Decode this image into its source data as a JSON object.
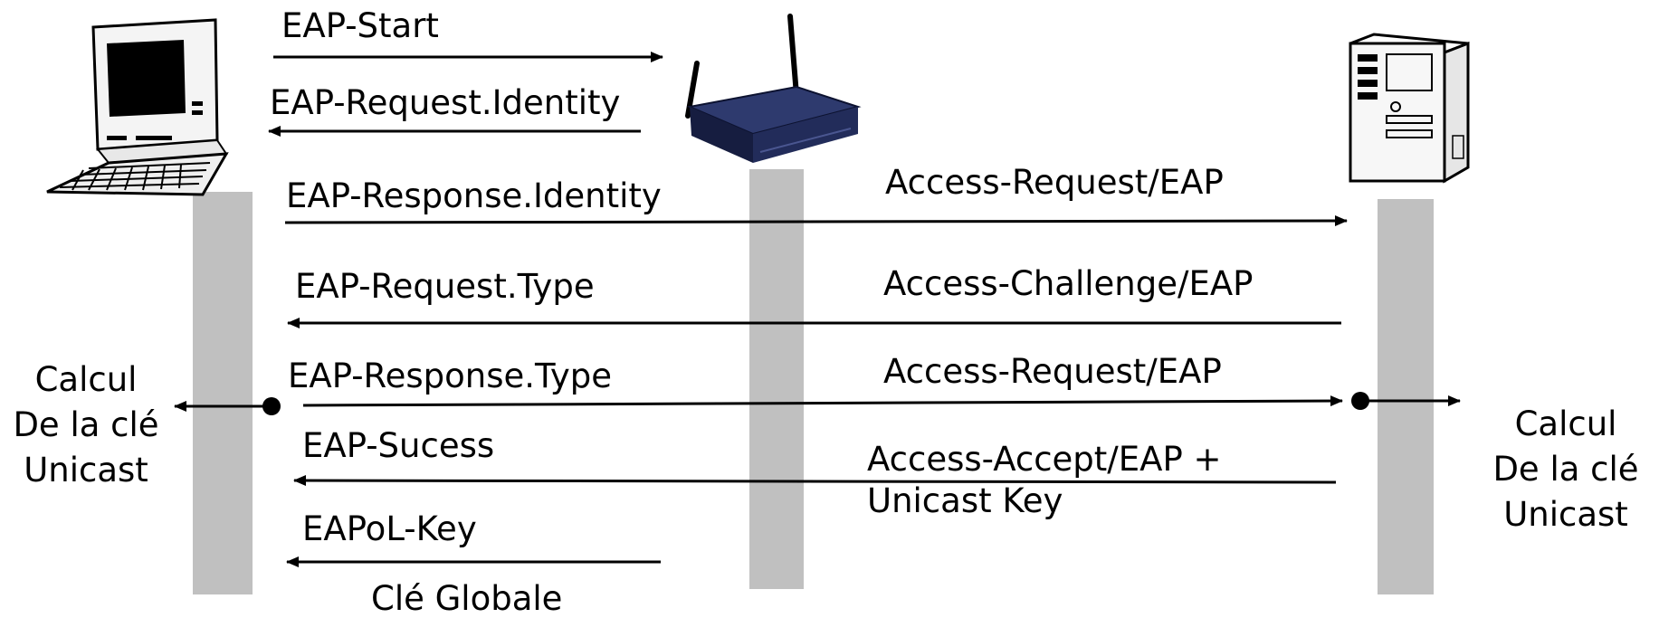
{
  "messages": [
    {
      "label": "EAP-Start"
    },
    {
      "label": "EAP-Request.Identity"
    },
    {
      "label": "EAP-Response.Identity"
    },
    {
      "label": "Access-Request/EAP"
    },
    {
      "label": "EAP-Request.Type"
    },
    {
      "label": "Access-Challenge/EAP"
    },
    {
      "label": "EAP-Response.Type"
    },
    {
      "label": "Access-Request/EAP"
    },
    {
      "label": "EAP-Sucess"
    },
    {
      "label": "Access-Accept/EAP +"
    },
    {
      "label": "Unicast Key"
    },
    {
      "label": "EAPoL-Key"
    },
    {
      "label": "Clé Globale"
    }
  ],
  "notes": {
    "left": [
      "Calcul",
      "De la clé",
      "Unicast"
    ],
    "right": [
      "Calcul",
      "De la clé",
      "Unicast"
    ]
  },
  "icons": {
    "client": "laptop-icon",
    "authenticator": "wireless-router-icon",
    "server": "server-tower-icon"
  },
  "colors": {
    "lifeline": "#c0c0c0",
    "router_body": "#1f2a56",
    "arrow": "#000000"
  }
}
